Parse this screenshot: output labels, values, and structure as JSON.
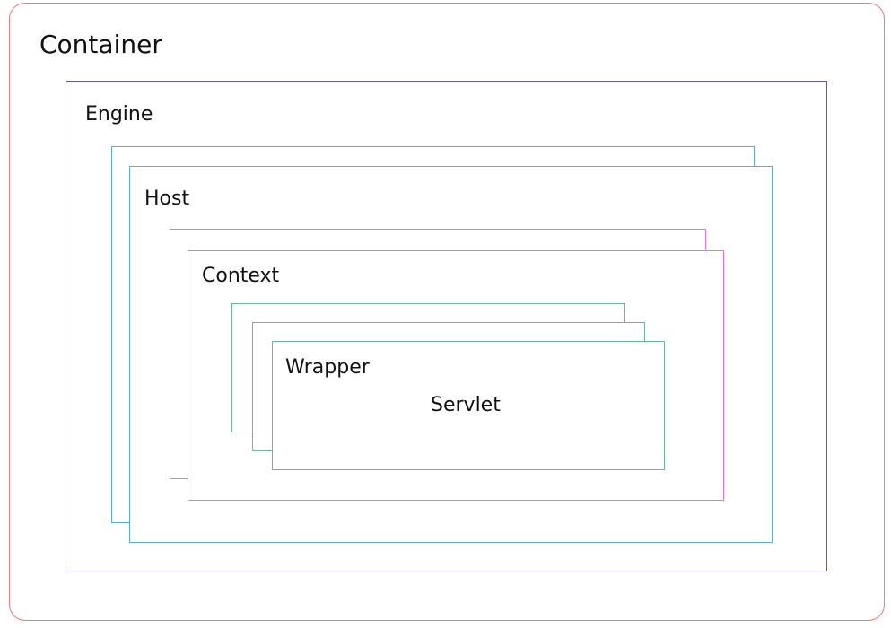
{
  "diagram": {
    "container": {
      "label": "Container",
      "border_color": "#e97b7b"
    },
    "engine": {
      "label": "Engine",
      "border_color": "#6a5a9c"
    },
    "host": {
      "label": "Host",
      "border_color": "#5aa9e0"
    },
    "context": {
      "label": "Context",
      "border_color": "#ec6fe8"
    },
    "wrapper": {
      "label": "Wrapper",
      "border_color": "#67b89a"
    },
    "servlet": {
      "label": "Servlet"
    }
  }
}
